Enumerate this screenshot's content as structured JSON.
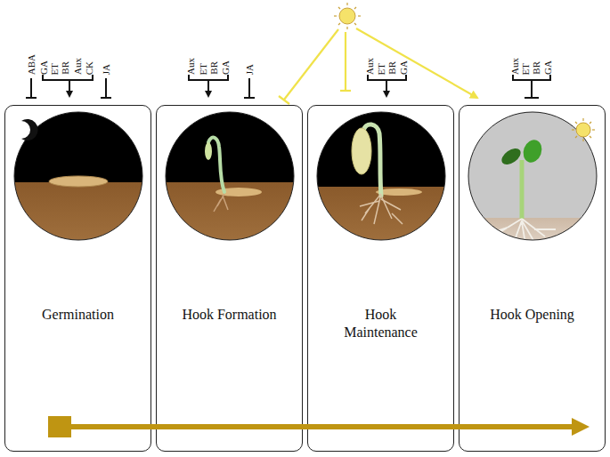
{
  "diagram": {
    "nodes": [
      {
        "text": [
          "Germination"
        ]
      },
      {
        "text": [
          "Hook Formation"
        ]
      },
      {
        "text": [
          "Hook Maintenance"
        ]
      },
      {
        "text": [
          "Hook Opening"
        ]
      }
    ],
    "labels": [
      "ABA",
      "GA",
      "ET",
      "BR",
      "Aux",
      "CK",
      "JA",
      "Aux",
      "ET",
      "BR",
      "GA",
      "JA",
      "Aux",
      "ET",
      "BR",
      "GA",
      "Aux",
      "ET",
      "BR",
      "GA"
    ]
  }
}
